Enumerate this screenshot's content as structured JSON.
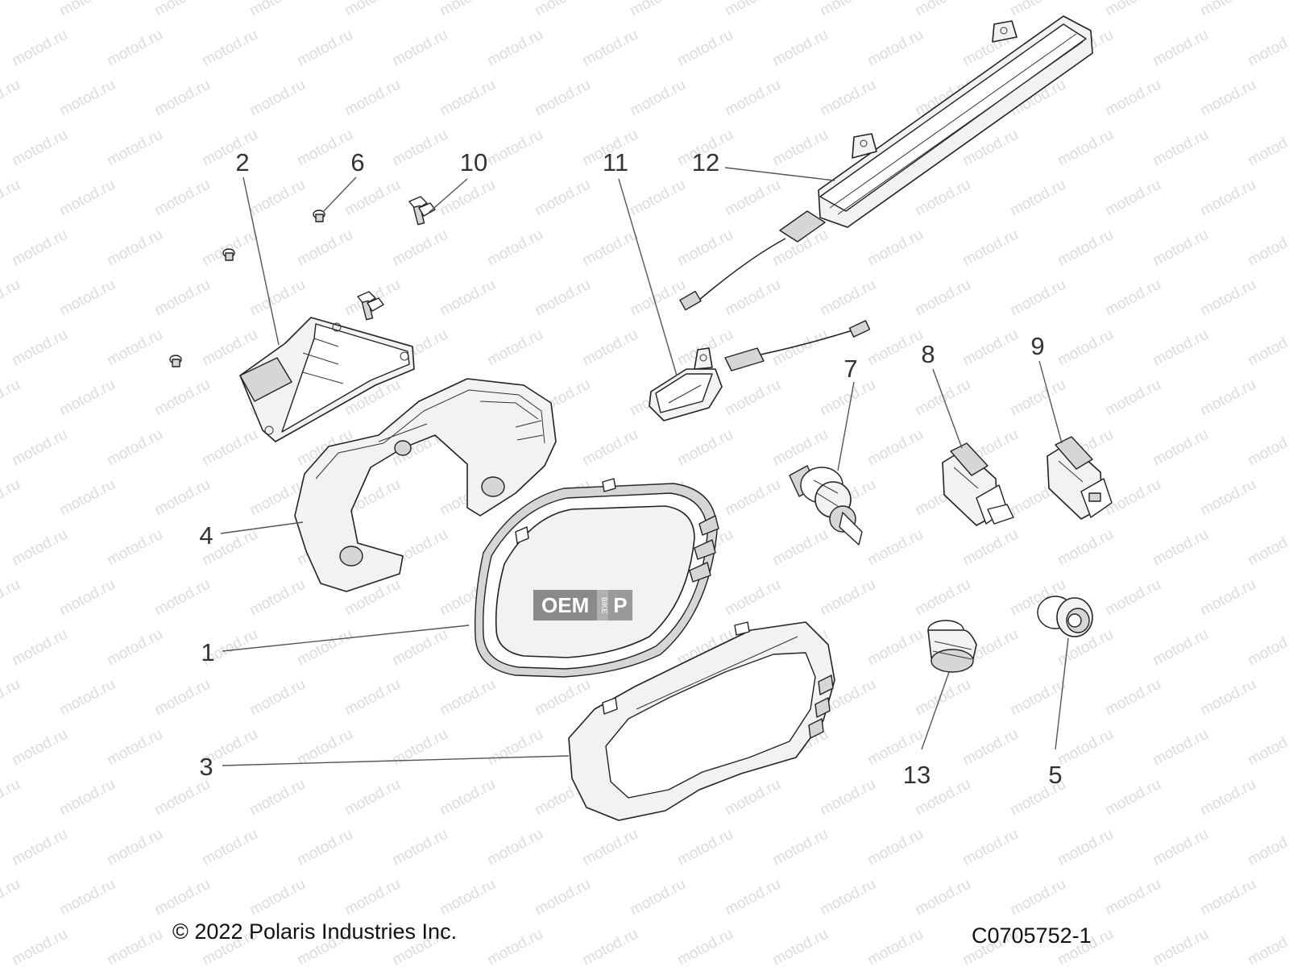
{
  "watermark": {
    "text": "motod.ru",
    "color": "#dcdcdc"
  },
  "callouts": [
    {
      "id": "2",
      "label": "2"
    },
    {
      "id": "6",
      "label": "6"
    },
    {
      "id": "10",
      "label": "10"
    },
    {
      "id": "11",
      "label": "11"
    },
    {
      "id": "12",
      "label": "12"
    },
    {
      "id": "7",
      "label": "7"
    },
    {
      "id": "8",
      "label": "8"
    },
    {
      "id": "9",
      "label": "9"
    },
    {
      "id": "4",
      "label": "4"
    },
    {
      "id": "1",
      "label": "1"
    },
    {
      "id": "3",
      "label": "3"
    },
    {
      "id": "13",
      "label": "13"
    },
    {
      "id": "5",
      "label": "5"
    }
  ],
  "stamp": {
    "main": "OEM",
    "side": "BIKE",
    "tail": "P"
  },
  "footer": {
    "copyright": "© 2022 Polaris Industries Inc.",
    "code": "C0705752-1"
  }
}
